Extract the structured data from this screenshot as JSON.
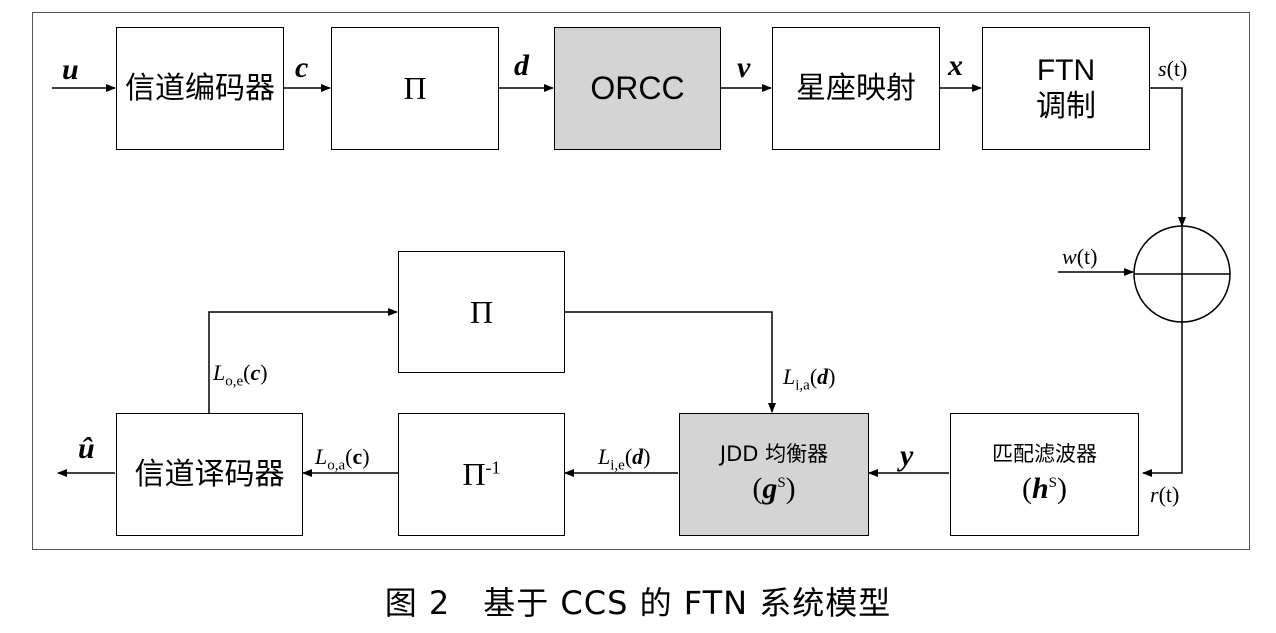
{
  "blocks": {
    "channel_encoder": "信道编码器",
    "interleaver_top": "Π",
    "orcc": "ORCC",
    "constellation": "星座映射",
    "ftn_mod_1": "FTN",
    "ftn_mod_2": "调制",
    "interleaver_fb": "Π",
    "deinterleaver": "Π",
    "deinterleaver_sup": "-1",
    "jdd_title": "JDD 均衡器",
    "jdd_sym": "g",
    "jdd_sup": "S",
    "matched_title": "匹配滤波器",
    "matched_sym": "h",
    "matched_sup": "S",
    "channel_decoder": "信道译码器"
  },
  "signals": {
    "u": "u",
    "c": "c",
    "d": "d",
    "v": "v",
    "x": "x",
    "s": "s",
    "s_arg": "(t)",
    "w": "w",
    "w_arg": "(t)",
    "r": "r",
    "r_arg": "(t)",
    "y": "y",
    "u_hat": "û",
    "L": "L",
    "Loe_sub": "o,e",
    "Loe_arg": "c",
    "Lia_sub": "i,a",
    "Lia_arg": "d",
    "Lie_sub": "i,e",
    "Lie_arg": "d",
    "Loa_sub": "o,a",
    "Loa_arg": "c"
  },
  "caption": "图 2　基于 CCS 的 FTN 系统模型"
}
